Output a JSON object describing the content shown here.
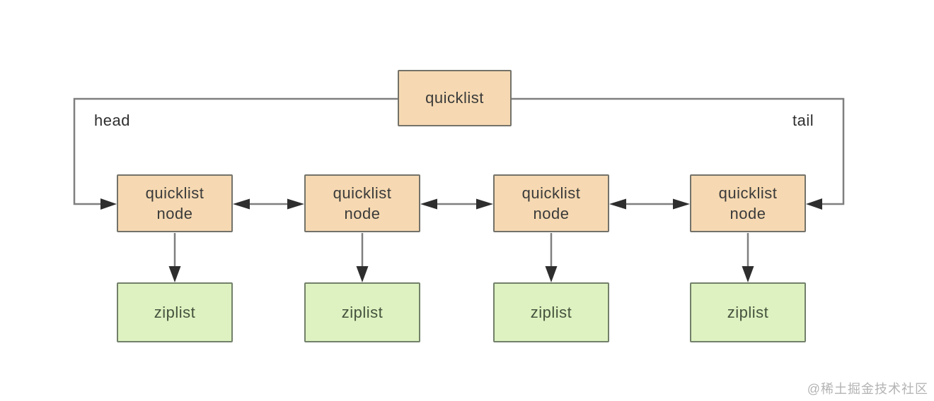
{
  "diagram": {
    "root": {
      "label": "quicklist"
    },
    "head_label": "head",
    "tail_label": "tail",
    "nodes": [
      {
        "label": "quicklist node"
      },
      {
        "label": "quicklist node"
      },
      {
        "label": "quicklist node"
      },
      {
        "label": "quicklist node"
      }
    ],
    "ziplists": [
      {
        "label": "ziplist"
      },
      {
        "label": "ziplist"
      },
      {
        "label": "ziplist"
      },
      {
        "label": "ziplist"
      }
    ]
  },
  "watermark": "@稀土掘金技术社区",
  "colors": {
    "background": "#ffffff",
    "node_fill": "#f6d9b2",
    "node_border": "#73726a",
    "node_text": "#3a3a3a",
    "ziplist_fill": "#ddf2c0",
    "ziplist_border": "#72806a",
    "ziplist_text": "#46523e",
    "line": "#7f7f7f",
    "arrowhead": "#2e2e2e",
    "edge_label_text": "#2f2f2f",
    "watermark_text": "#b3b3b3"
  }
}
